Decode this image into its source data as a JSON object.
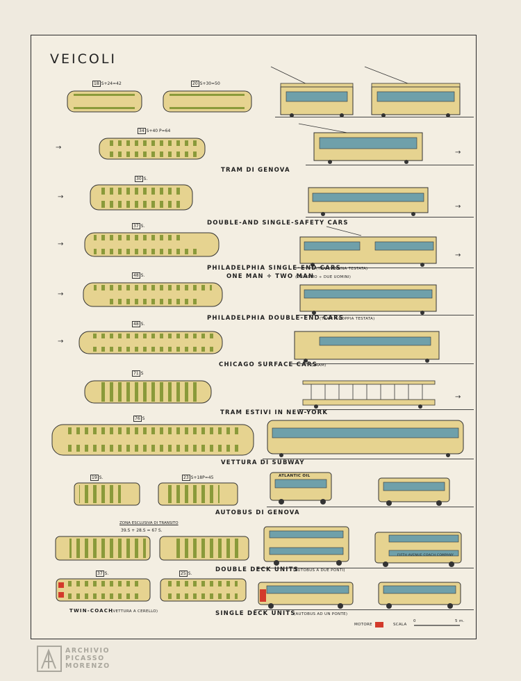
{
  "title": "VEICOLI",
  "captions": {
    "genova": "TRAM DI GENOVA",
    "safety": "DOUBLE-AND SINGLE-SAFETY CARS",
    "phil_single": "PHILADELPHIA SINGLE-END CARS",
    "phil_single_note": "(TRAM AD UNA TESTATA)",
    "one_man": "ONE MAN ÷ TWO MAN",
    "one_man_note": "(UN UOMO ÷ DUE UOMINI)",
    "phil_double": "PHILADELPHIA DOUBLE-END CARS",
    "phil_double_note": "(TRAM A DOPPIA TESTATA)",
    "chicago": "CHICAGO SURFACE CARS",
    "chicago_note": "(TRAM)",
    "estivi": "TRAM ESTIVI IN NEW-YORK",
    "subway": "VETTURA DI SUBWAY",
    "autobus": "AUTOBUS DI GENOVA",
    "double_deck": "DOUBLE DECK UNITS",
    "double_deck_note": "(AUTOBUS A DUE PONTI)",
    "twin": "TWIN-COACH",
    "twin_note": "(VETTURA A CERELLO)",
    "single_deck": "SINGLE DECK UNITS",
    "single_deck_note": "(AUTOBUS AD UN PONTE)"
  },
  "seat_labels": {
    "g1": {
      "box": "18",
      "text": "S+24=42"
    },
    "g2": {
      "box": "20",
      "text": "S+30=50"
    },
    "g3": {
      "box": "34",
      "text": "S+40 P=64"
    },
    "safety": {
      "box": "30",
      "text": "S."
    },
    "phil_single": {
      "box": "37",
      "text": "S."
    },
    "phil_double": {
      "box": "48",
      "text": "S."
    },
    "chicago": {
      "box": "48",
      "text": "S."
    },
    "estivi": {
      "box": "71",
      "text": "S"
    },
    "subway": {
      "box": "76",
      "text": "S"
    },
    "bus1": {
      "box": "19",
      "text": "S."
    },
    "bus2": {
      "box": "23",
      "text": "S+18P=45"
    },
    "twin": {
      "box": "37",
      "text": "S."
    },
    "single_deck": {
      "box": "25",
      "text": "S."
    }
  },
  "zone": {
    "title": "ZONA ESCLUSIVA DI TRANSITO",
    "formula": "39.S + 28.S = 67 S."
  },
  "bus_sign": "ATLANTIC OIL",
  "double_deck_sign": "FIFTH AVENUE COACH COMPANY",
  "legend": {
    "motor_label": "MOTORE",
    "scale_label": "SCALA",
    "scale_start": "0",
    "scale_end": "5 m."
  },
  "archive": {
    "line1": "ARCHIVIO",
    "line2": "PICASSO",
    "line3": "MORENZO"
  },
  "colors": {
    "body": "#e6d390",
    "stripe": "#9fae4f",
    "seat": "#8a9a3a",
    "window": "#6fa0aa",
    "motor": "#d33a2b"
  }
}
